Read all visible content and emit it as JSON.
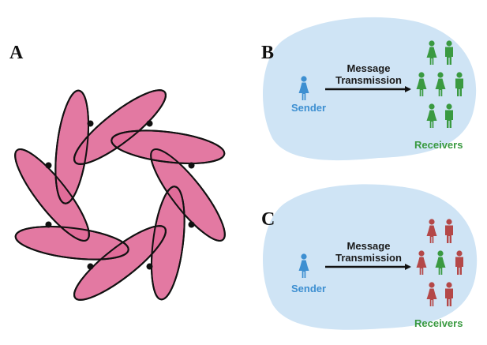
{
  "panels": {
    "a": {
      "letter": "A"
    },
    "b": {
      "letter": "B",
      "sender_label": "Sender",
      "arrow_label_line1": "Message",
      "arrow_label_line2": "Transmission",
      "receivers_label": "Receivers",
      "receivers": [
        "green",
        "green",
        "green",
        "green",
        "green",
        "green",
        "green",
        "green"
      ]
    },
    "c": {
      "letter": "C",
      "sender_label": "Sender",
      "arrow_label_line1": "Message",
      "arrow_label_line2": "Transmission",
      "receivers_label": "Receivers",
      "receivers": [
        "red",
        "red",
        "red",
        "green",
        "red",
        "red",
        "red",
        "red"
      ]
    }
  },
  "colors": {
    "blob": "#cfe4f5",
    "petal": "#e06a98",
    "outline": "#111111",
    "sender": "#3d8fd1",
    "green": "#3a9a41",
    "red": "#b44848"
  },
  "icons": {
    "sender": "person-female-icon",
    "receiver_female": "person-female-icon",
    "receiver_male": "person-male-icon",
    "arrow": "arrow-right-icon"
  }
}
